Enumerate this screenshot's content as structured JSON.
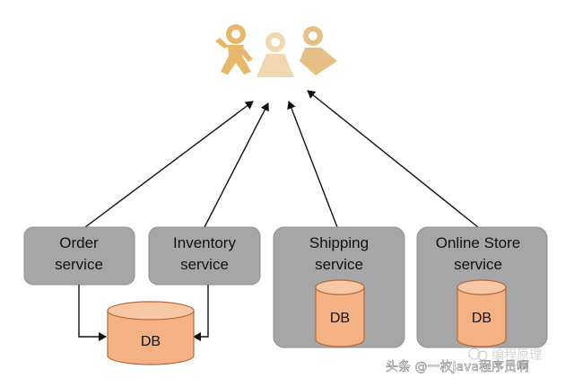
{
  "services": [
    {
      "line1": "Order",
      "line2": "service"
    },
    {
      "line1": "Inventory",
      "line2": "service"
    },
    {
      "line1": "Shipping",
      "line2": "service"
    },
    {
      "line1": "Online Store",
      "line2": "service"
    }
  ],
  "databases": {
    "shared": "DB",
    "shipping": "DB",
    "online_store": "DB"
  },
  "watermark": {
    "text": "头条 @一枚Java程序员啊",
    "faint_text": "编程原理"
  },
  "colors": {
    "service_box": "#a6a6a6",
    "service_box_dark": "#959595",
    "db_fill": "#f4b183",
    "db_top": "#f7c7a6",
    "db_stroke": "#b4693a",
    "users": "#e7c387",
    "arrow": "#111111"
  }
}
